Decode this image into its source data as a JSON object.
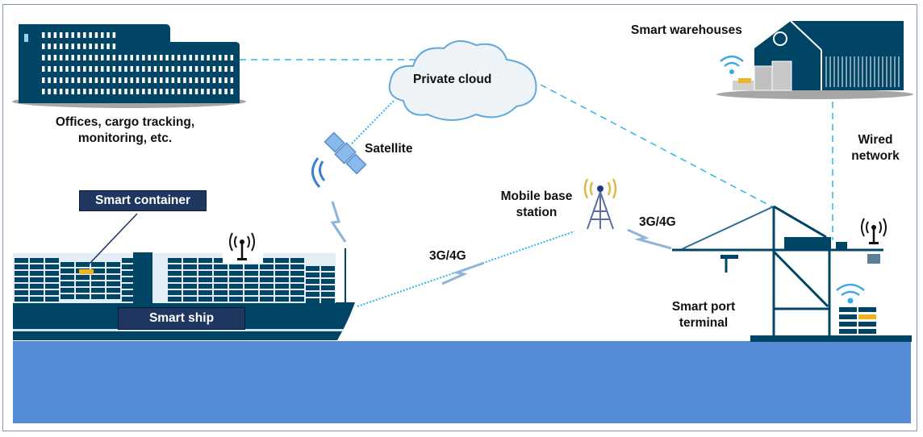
{
  "diagram": {
    "colors": {
      "navy": "#004466",
      "sea": "#548bd4",
      "link_blue": "#2fb4e8",
      "label_box": "#1f3660",
      "highlight_yellow": "#f0b323",
      "gray": "#a6a6a6"
    },
    "nodes": {
      "offices": "Offices, cargo tracking, monitoring, etc.",
      "offices_line1": "Offices, cargo tracking,",
      "offices_line2": "monitoring, etc.",
      "private_cloud": "Private cloud",
      "satellite": "Satellite",
      "smart_warehouses": "Smart warehouses",
      "wired_network_line1": "Wired",
      "wired_network_line2": "network",
      "mobile_base_station_line1": "Mobile base",
      "mobile_base_station_line2": "station",
      "smart_container": "Smart container",
      "smart_ship": "Smart ship",
      "smart_port_terminal_line1": "Smart port",
      "smart_port_terminal_line2": "terminal"
    },
    "links": {
      "ship_to_base": "3G/4G",
      "base_to_port": "3G/4G"
    },
    "icons": {
      "offices": "office-building-icon",
      "cloud": "cloud-icon",
      "satellite": "satellite-icon",
      "warehouse": "warehouse-icon",
      "tower": "cell-tower-icon",
      "ship": "container-ship-icon",
      "crane": "port-crane-icon",
      "antenna": "antenna-icon",
      "wifi": "wifi-icon"
    }
  }
}
